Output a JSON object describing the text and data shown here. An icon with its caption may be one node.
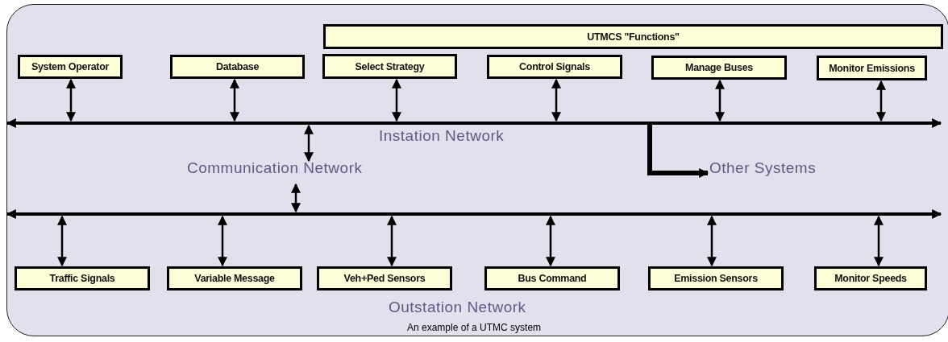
{
  "diagram": {
    "caption": "An example of a UTMC system",
    "nodes": [
      {
        "text": [
          "UTMCS \"Functions\""
        ]
      },
      {
        "text": [
          "System Operator"
        ]
      },
      {
        "text": [
          "Database"
        ]
      },
      {
        "text": [
          "Select Strategy"
        ]
      },
      {
        "text": [
          "Control Signals"
        ]
      },
      {
        "text": [
          "Manage Buses"
        ]
      },
      {
        "text": [
          "Monitor Emissions"
        ]
      },
      {
        "text": [],
        "shape": "bar"
      },
      {
        "text": [
          "Communication Network"
        ]
      },
      {
        "text": [
          "Other Systems"
        ]
      },
      {
        "text": [],
        "shape": "bar"
      },
      {
        "text": [
          "Traffic Signals"
        ]
      },
      {
        "text": [
          "Variable Message"
        ]
      },
      {
        "text": [
          "Veh+Ped Sensors"
        ]
      },
      {
        "text": [
          "Bus Command"
        ]
      },
      {
        "text": [
          "Emission Sensors"
        ]
      },
      {
        "text": [
          "Monitor Speeds"
        ]
      }
    ],
    "edges": [
      {
        "from": 1,
        "to": 7,
        "arrow": "both"
      },
      {
        "from": 2,
        "to": 7,
        "arrow": "both"
      },
      {
        "from": 3,
        "to": 7,
        "arrow": "both"
      },
      {
        "from": 4,
        "to": 7,
        "arrow": "both"
      },
      {
        "from": 5,
        "to": 7,
        "arrow": "both"
      },
      {
        "from": 6,
        "to": 7,
        "arrow": "both"
      },
      {
        "from": 7,
        "to": 8,
        "arrow": "both"
      },
      {
        "from": 7,
        "to": 9,
        "arrow": "to",
        "style": "thick"
      },
      {
        "from": 8,
        "to": 10,
        "arrow": "both"
      },
      {
        "from": 10,
        "to": 11,
        "arrow": "both"
      },
      {
        "from": 10,
        "to": 12,
        "arrow": "both"
      },
      {
        "from": 10,
        "to": 13,
        "arrow": "both"
      },
      {
        "from": 10,
        "to": 14,
        "arrow": "both"
      },
      {
        "from": 10,
        "to": 15,
        "arrow": "both"
      },
      {
        "from": 10,
        "to": 16,
        "arrow": "both"
      }
    ],
    "labels": [
      "Instation Network",
      "Outstation Network"
    ]
  }
}
